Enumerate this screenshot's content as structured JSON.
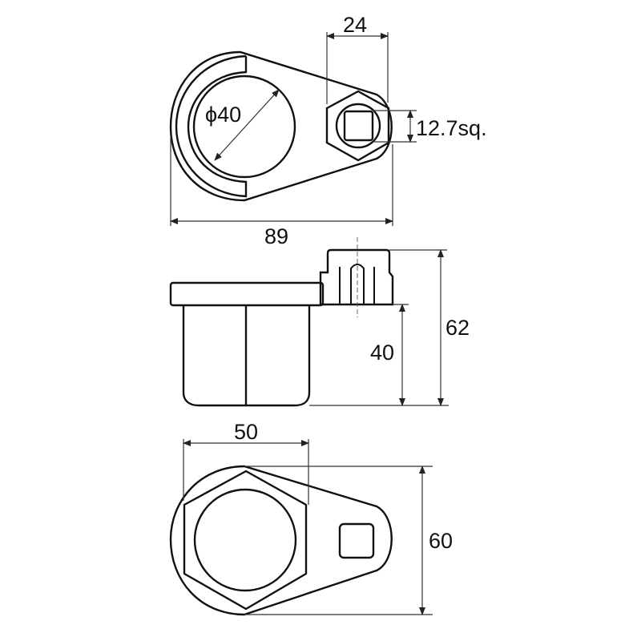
{
  "drawing": {
    "title": "Oil filter socket wrench dimensional drawing",
    "views": [
      "top-view",
      "side-view",
      "bottom-view"
    ],
    "dimensions": {
      "hex_width": "24",
      "bore_diameter": "ϕ40",
      "square_drive": "12.7sq.",
      "overall_length": "89",
      "overall_height": "62",
      "cup_height": "40",
      "hex_across_flats": "50",
      "body_width": "60"
    },
    "colors": {
      "line": "#111111",
      "dim_line": "#333333",
      "background": "#ffffff"
    }
  }
}
